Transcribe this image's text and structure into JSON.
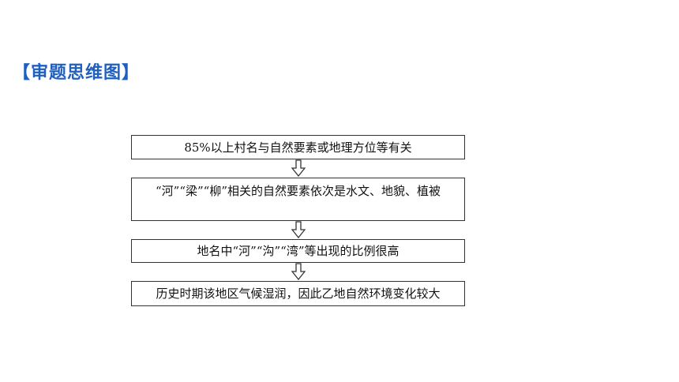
{
  "title": "【审题思维图】",
  "flow": {
    "step1": "85%以上村名与自然要素或地理方位等有关",
    "step2": "“河”“梁”“柳”相关的自然要素依次是水文、地貌、植被",
    "step3": "地名中“河”“沟”“湾”等出现的比例很高",
    "step4": "历史时期该地区气候湿润，因此乙地自然环境变化较大"
  },
  "arrow_icon": "down-hollow-arrow-icon"
}
